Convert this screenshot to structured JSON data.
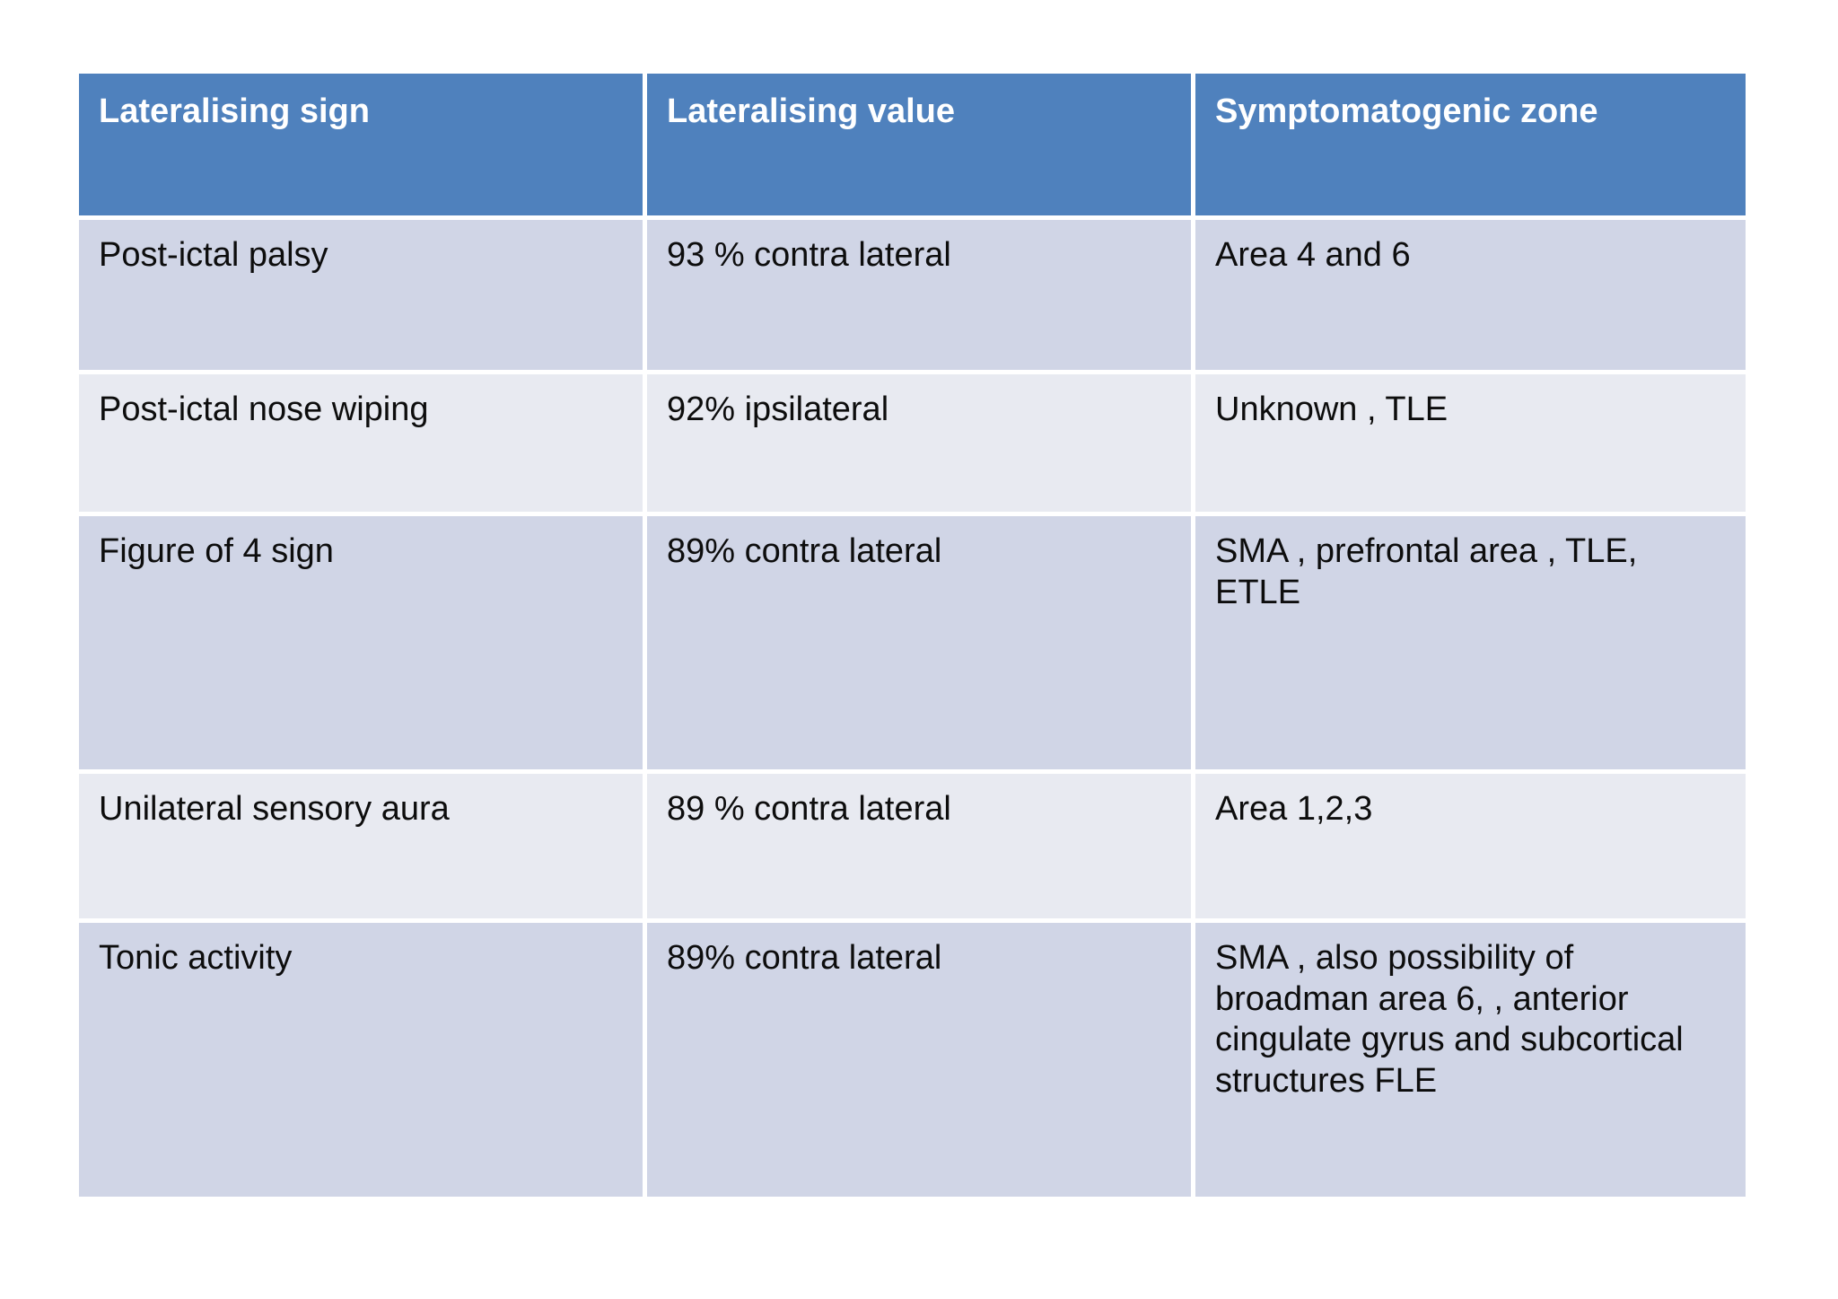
{
  "chart_data": {
    "type": "table",
    "title": "",
    "columns": [
      "Lateralising sign",
      "Lateralising value",
      "Symptomatogenic zone"
    ],
    "rows": [
      [
        "Post-ictal palsy",
        "93 % contra lateral",
        "Area 4 and 6"
      ],
      [
        "Post-ictal nose wiping",
        "92% ipsilateral",
        "Unknown , TLE"
      ],
      [
        "Figure of 4 sign",
        "89% contra lateral",
        "SMA , prefrontal area , TLE, ETLE"
      ],
      [
        "Unilateral sensory aura",
        "89 % contra lateral",
        "Area 1,2,3"
      ],
      [
        "Tonic activity",
        "89% contra lateral",
        "SMA , also possibility of broadman area 6, , anterior cingulate gyrus and subcortical structures FLE"
      ]
    ],
    "layout": {
      "banding": "rows alternate dark/light starting dark",
      "header_row": true,
      "grid_gap_color": "#ffffff"
    }
  },
  "colors": {
    "header_bg": "#4f81bd",
    "header_text": "#ffffff",
    "row_dark": "#d0d5e6",
    "row_light": "#e8eaf1",
    "body_text": "#0d0d0d",
    "page_bg": "#ffffff"
  }
}
